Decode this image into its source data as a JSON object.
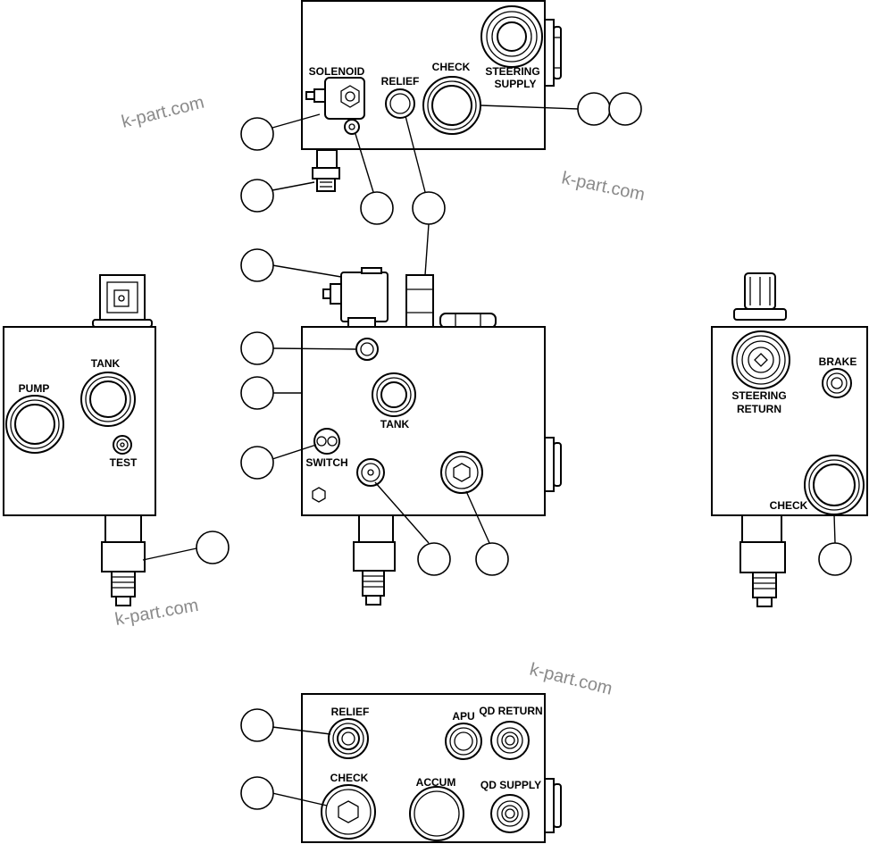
{
  "watermarks": [
    "k-part.com",
    "k-part.com",
    "k-part.com",
    "k-part.com"
  ],
  "top_block": {
    "labels": {
      "solenoid": "SOLENOID",
      "relief": "RELIEF",
      "check": "CHECK",
      "steering_supply_1": "STEERING",
      "steering_supply_2": "SUPPLY"
    }
  },
  "left_block": {
    "labels": {
      "pump": "PUMP",
      "tank": "TANK",
      "test": "TEST"
    }
  },
  "center_block": {
    "labels": {
      "tank": "TANK",
      "switch": "SWITCH"
    }
  },
  "right_block": {
    "labels": {
      "steering_return_1": "STEERING",
      "steering_return_2": "RETURN",
      "brake": "BRAKE",
      "check": "CHECK"
    }
  },
  "bottom_block": {
    "labels": {
      "relief": "RELIEF",
      "check": "CHECK",
      "apu": "APU",
      "qd_return": "QD RETURN",
      "accum": "ACCUM",
      "qd_supply": "QD SUPPLY"
    }
  }
}
